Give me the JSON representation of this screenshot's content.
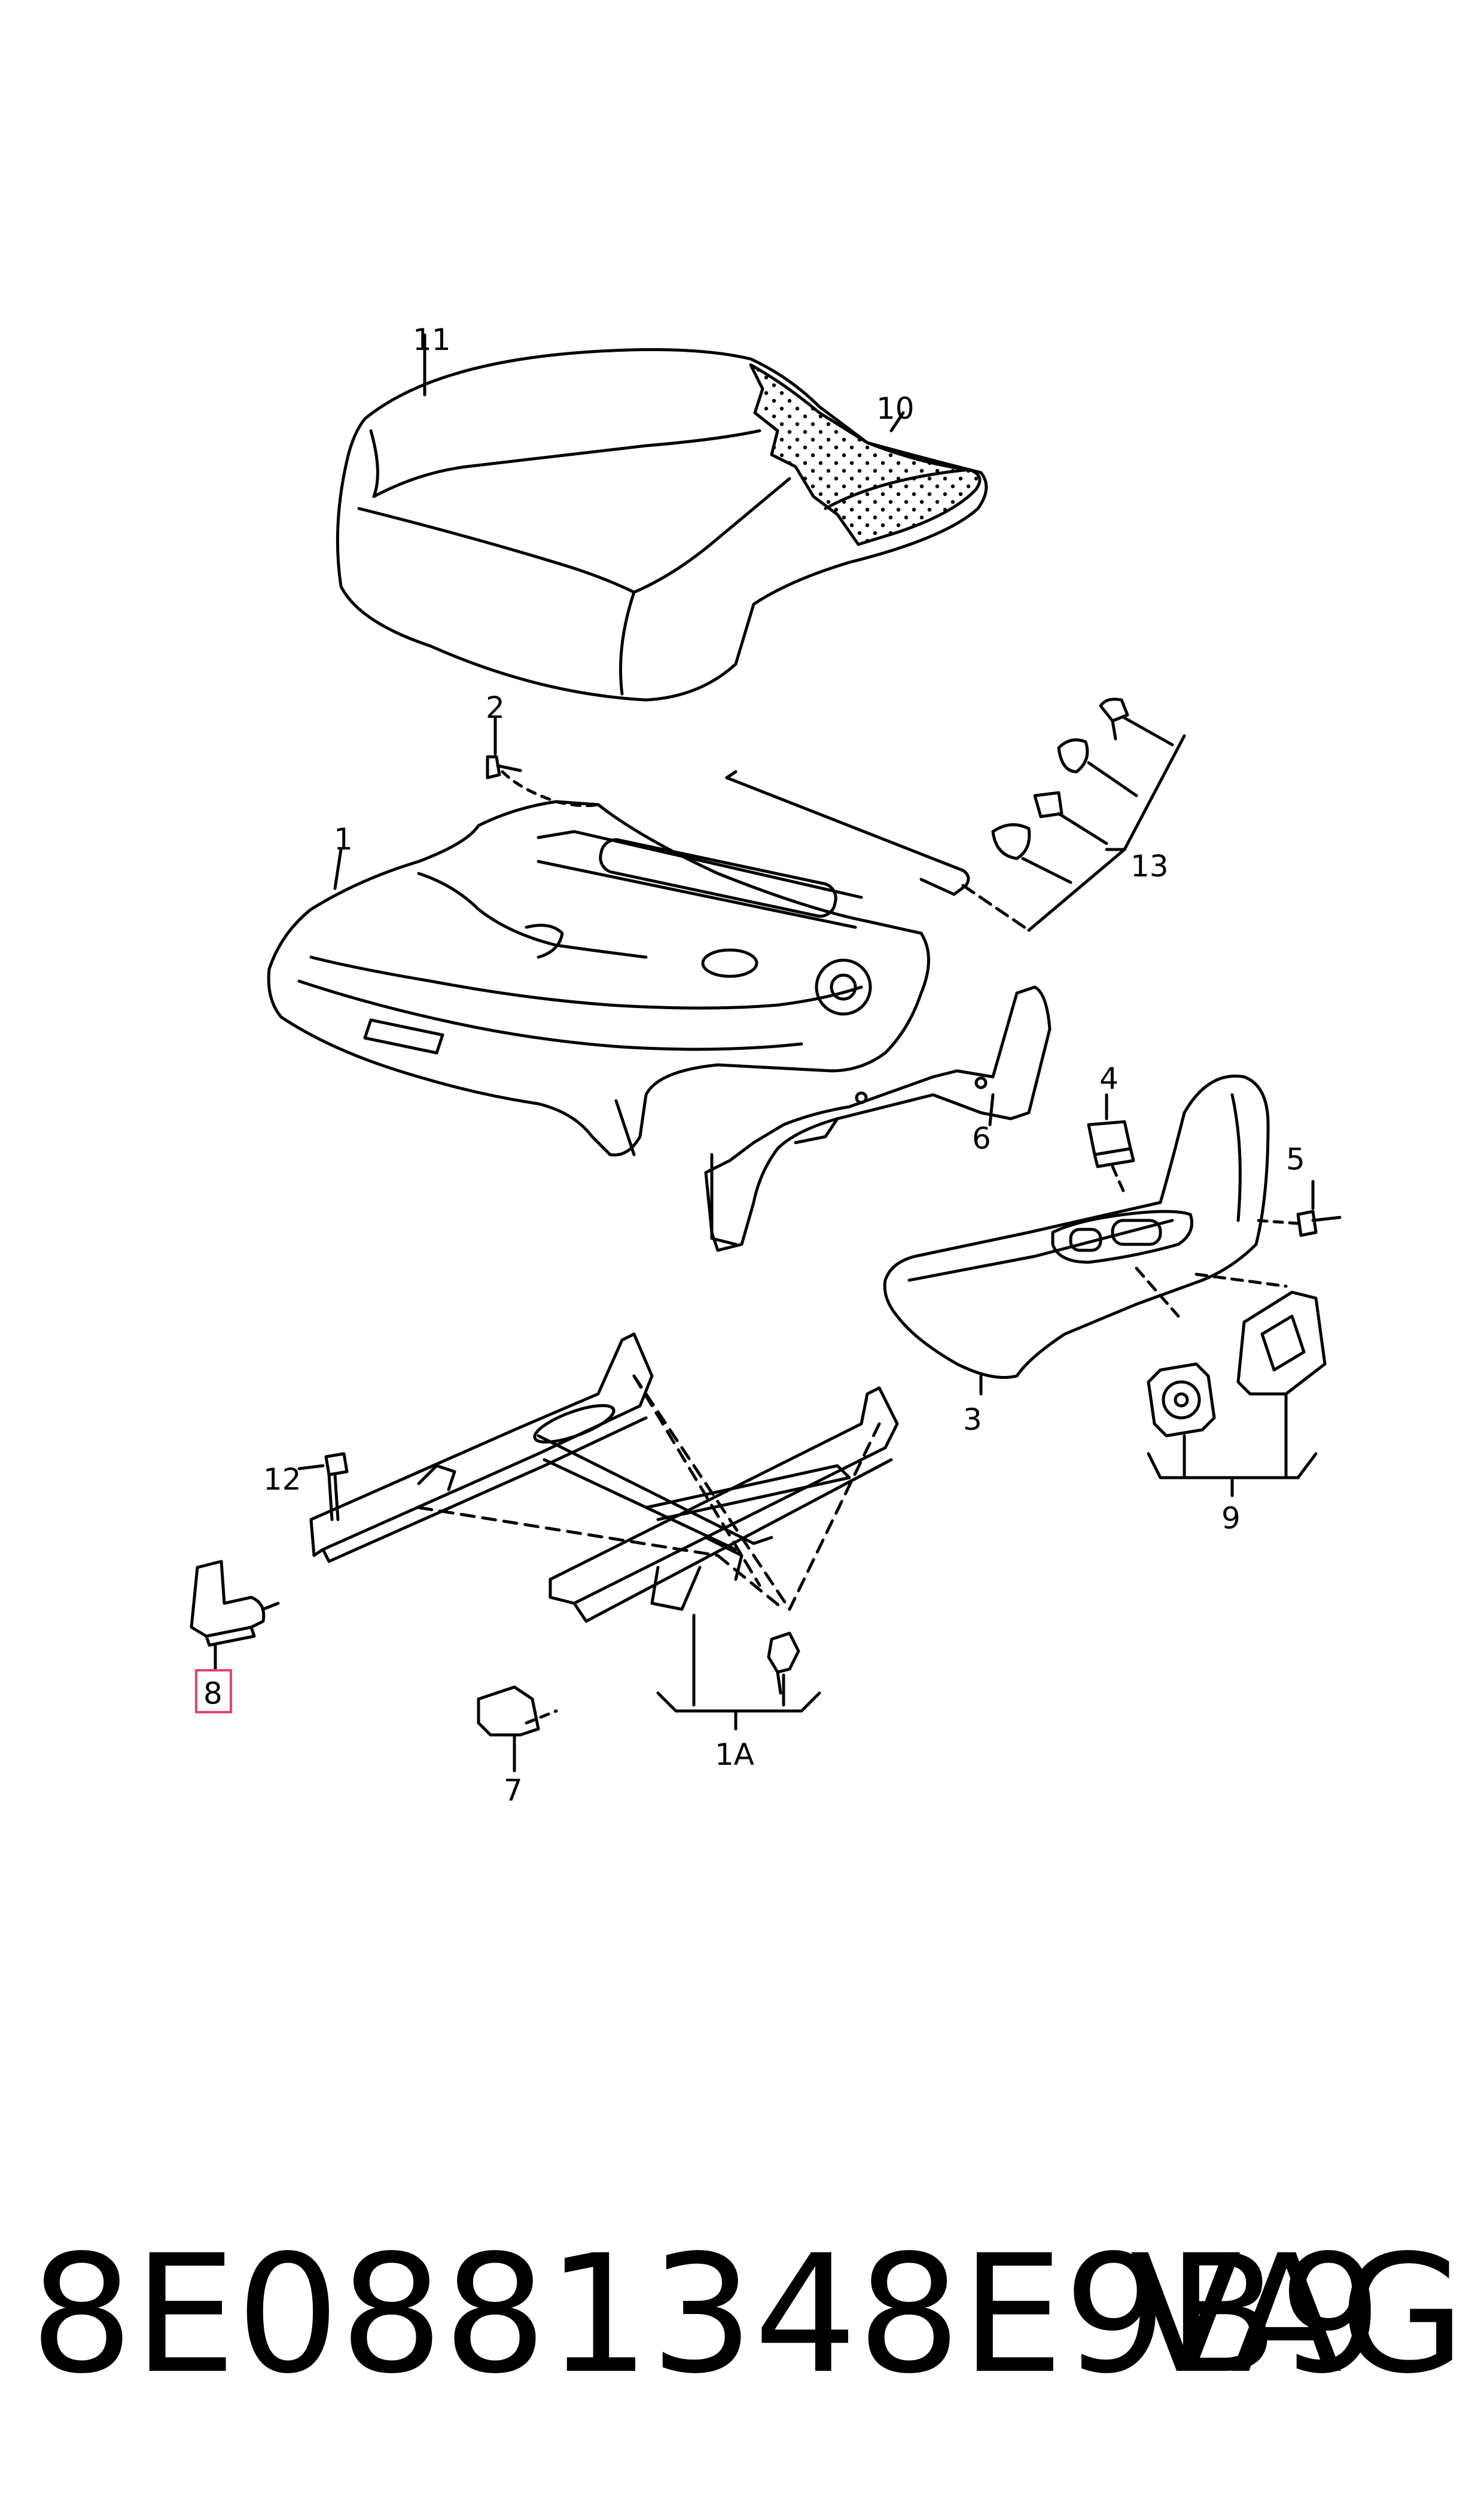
{
  "callouts": {
    "c11": "11",
    "c10": "10",
    "c2": "2",
    "c1": "1",
    "c13": "13",
    "c4": "4",
    "c5": "5",
    "c6": "6",
    "c3": "3",
    "c12": "12",
    "c9": "9",
    "c8": "8",
    "c7": "7",
    "c1a": "1A"
  },
  "highlight_color": "#e8426a",
  "footer": {
    "part_number": "8E0881348E9B9",
    "brand": "VAG"
  }
}
